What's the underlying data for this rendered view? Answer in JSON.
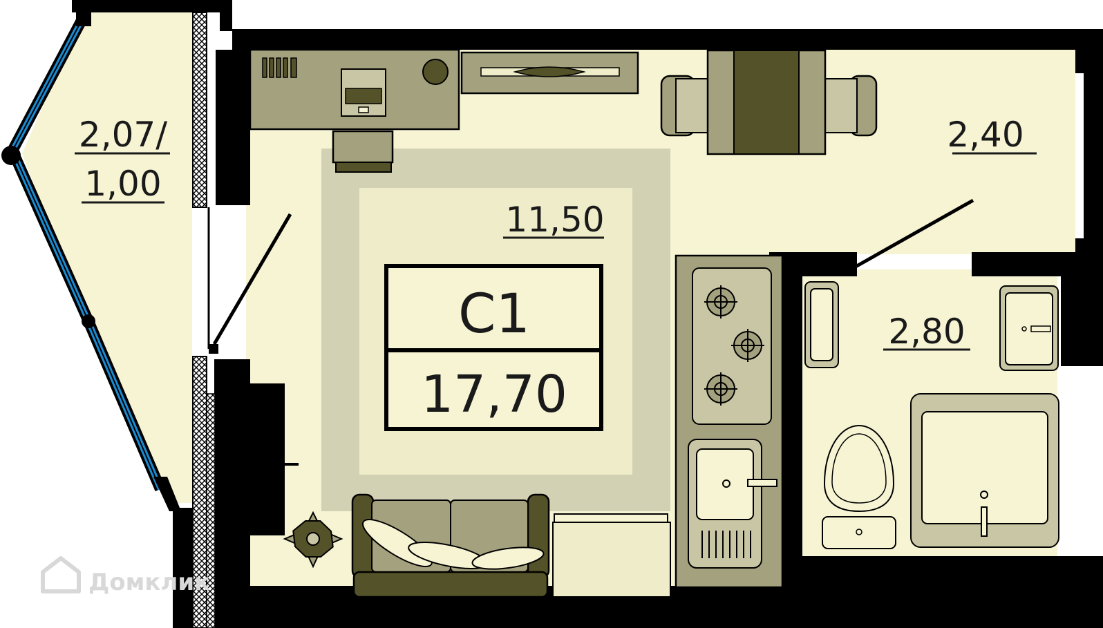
{
  "plan": {
    "apartment_type": "C1",
    "total_area": "17,70",
    "rooms": {
      "balcony": {
        "area_line1": "2,07/",
        "area_line2": "1,00"
      },
      "living": {
        "area": "11,50"
      },
      "hallway": {
        "area": "2,40"
      },
      "bathroom": {
        "area": "2,80"
      }
    }
  },
  "watermark": {
    "text": "Домклик"
  },
  "colors": {
    "wall": "#000000",
    "floor": "#f6f4d3",
    "rug_outer": "#d3d1b3",
    "rug_inner": "#efedc9",
    "furniture": "#a4a27e",
    "furniture_light": "#c8c6a4",
    "furniture_dark": "#545229",
    "window": "#1b8bd1"
  }
}
